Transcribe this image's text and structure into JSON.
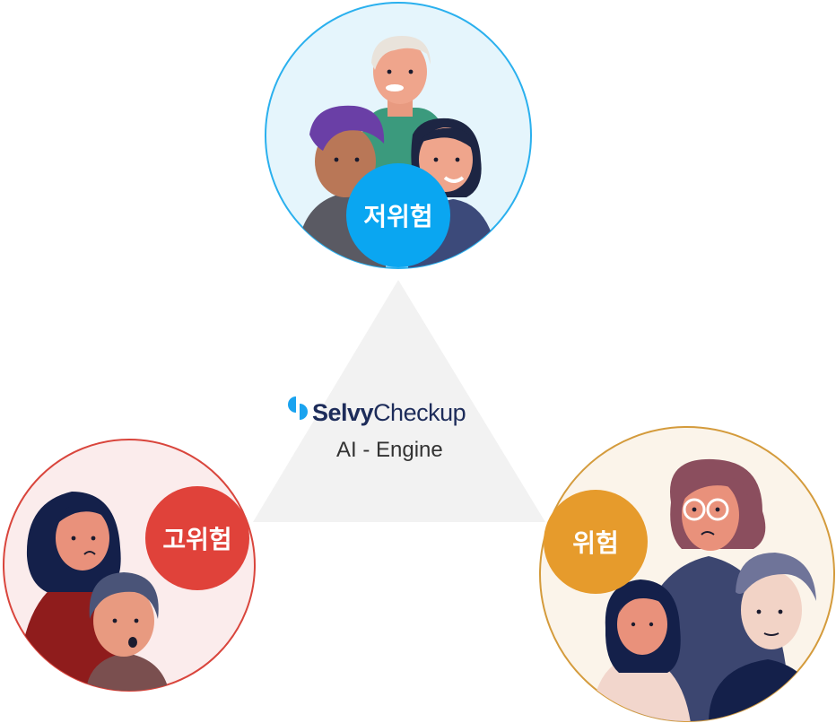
{
  "brand": {
    "name_bold": "Selvy",
    "name_regular": "Checkup",
    "subtitle": "AI - Engine"
  },
  "groups": [
    {
      "id": "low",
      "label": "저위험",
      "color": "#0aa6f1",
      "ring": "#2ab0ee",
      "bg": "#e5f5fc"
    },
    {
      "id": "high",
      "label": "고위험",
      "color": "#e0423a",
      "ring": "#d9453c",
      "bg": "#fbecec"
    },
    {
      "id": "mid",
      "label": "위험",
      "color": "#e69b2c",
      "ring": "#d49b3c",
      "bg": "#fbf4ea"
    }
  ],
  "colors": {
    "triangle": "#f2f2f2",
    "brand_icon": "#1aa3ef",
    "brand_text": "#1d2c5a"
  }
}
